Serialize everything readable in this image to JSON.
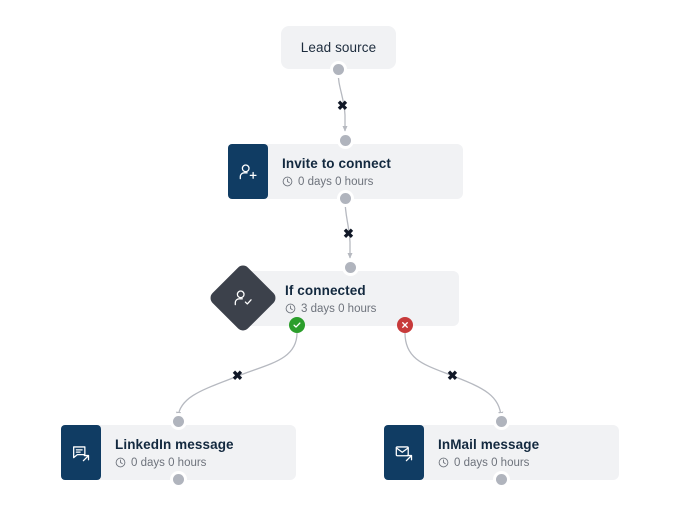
{
  "canvas": {
    "background": "#ffffff",
    "accent_navy": "#103c63",
    "card_bg": "#f1f2f4",
    "diamond_bg": "#3c414b",
    "yes_color": "#2b9e2b",
    "no_color": "#c73a3a",
    "port_color": "#b0b4bd",
    "edge_color": "#b6b9c0"
  },
  "nodes": [
    {
      "id": "lead-source",
      "type": "start",
      "title": "Lead source",
      "icon": null,
      "delay": null
    },
    {
      "id": "invite-to-connect",
      "type": "action",
      "title": "Invite to connect",
      "icon": "user-plus-icon",
      "delay": "0 days 0 hours"
    },
    {
      "id": "if-connected",
      "type": "condition",
      "title": "If connected",
      "icon": "user-check-icon",
      "delay": "3 days 0 hours"
    },
    {
      "id": "linkedin-message",
      "type": "action",
      "title": "LinkedIn message",
      "icon": "message-send-icon",
      "delay": "0 days 0 hours"
    },
    {
      "id": "inmail-message",
      "type": "action",
      "title": "InMail message",
      "icon": "envelope-send-icon",
      "delay": "0 days 0 hours"
    }
  ],
  "branch_badges": {
    "yes": "check-icon",
    "no": "cross-icon"
  },
  "edges": [
    {
      "id": "e1",
      "from": "lead-source",
      "to": "invite-to-connect",
      "marker": "✖"
    },
    {
      "id": "e2",
      "from": "invite-to-connect",
      "to": "if-connected",
      "marker": "✖"
    },
    {
      "id": "e3",
      "from": "if-connected",
      "to": "linkedin-message",
      "branch": "yes",
      "marker": "✖"
    },
    {
      "id": "e4",
      "from": "if-connected",
      "to": "inmail-message",
      "branch": "no",
      "marker": "✖"
    }
  ]
}
